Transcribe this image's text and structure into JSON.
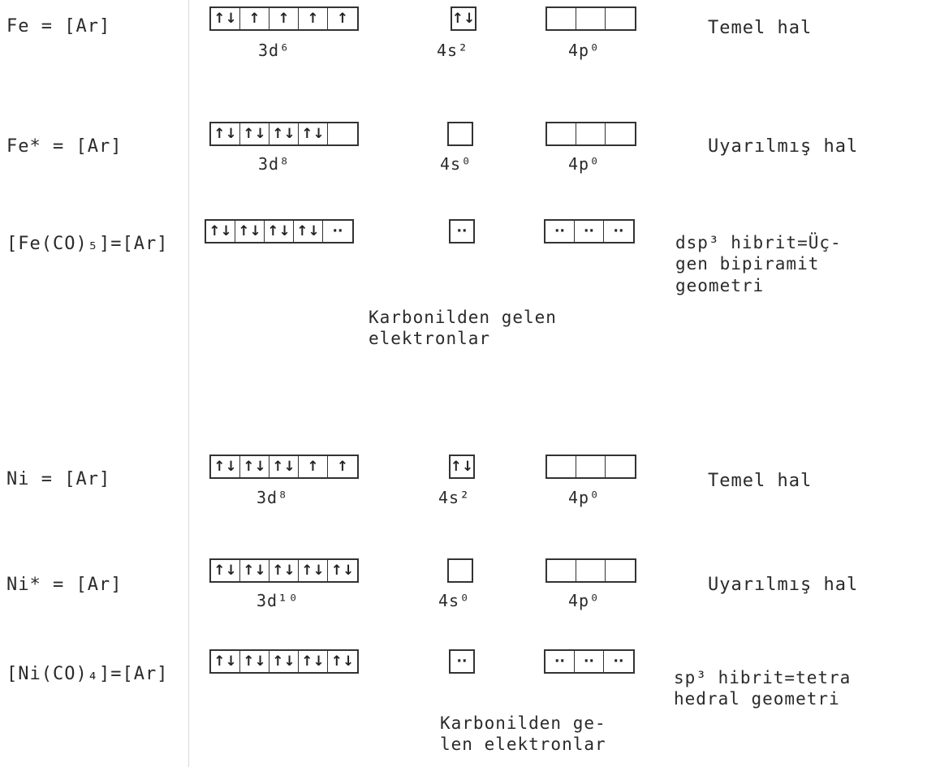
{
  "fe": {
    "ground": {
      "label": "Fe = [Ar]",
      "d": [
        "↑↓",
        "↑",
        "↑",
        "↑",
        "↑"
      ],
      "s": [
        "↑↓"
      ],
      "p": [
        "",
        "",
        ""
      ],
      "d_label": "3d⁶",
      "s_label": "4s²",
      "p_label": "4p⁰",
      "state": "Temel hal"
    },
    "excited": {
      "label": "Fe* = [Ar]",
      "d": [
        "↑↓",
        "↑↓",
        "↑↓",
        "↑↓",
        ""
      ],
      "s": [
        ""
      ],
      "p": [
        "",
        "",
        ""
      ],
      "d_label": "3d⁸",
      "s_label": "4s⁰",
      "p_label": "4p⁰",
      "state": "Uyarılmış hal"
    },
    "complex": {
      "label": "[Fe(CO)₅]=[Ar]",
      "d": [
        "↑↓",
        "↑↓",
        "↑↓",
        "↑↓",
        "··"
      ],
      "s": [
        "··"
      ],
      "p": [
        "··",
        "··",
        "··"
      ],
      "state": "dsp³ hibrit=Üç-\ngen bipiramit\ngeometri",
      "note": "Karbonilden gelen\nelektronlar"
    }
  },
  "ni": {
    "ground": {
      "label": "Ni = [Ar]",
      "d": [
        "↑↓",
        "↑↓",
        "↑↓",
        "↑",
        "↑"
      ],
      "s": [
        "↑↓"
      ],
      "p": [
        "",
        "",
        ""
      ],
      "d_label": "3d⁸",
      "s_label": "4s²",
      "p_label": "4p⁰",
      "state": "Temel hal"
    },
    "excited": {
      "label": "Ni* = [Ar]",
      "d": [
        "↑↓",
        "↑↓",
        "↑↓",
        "↑↓",
        "↑↓"
      ],
      "s": [
        ""
      ],
      "p": [
        "",
        "",
        ""
      ],
      "d_label": "3d¹⁰",
      "s_label": "4s⁰",
      "p_label": "4p⁰",
      "state": "Uyarılmış hal"
    },
    "complex": {
      "label": "[Ni(CO)₄]=[Ar]",
      "d": [
        "↑↓",
        "↑↓",
        "↑↓",
        "↑↓",
        "↑↓"
      ],
      "s": [
        "··"
      ],
      "p": [
        "··",
        "··",
        "··"
      ],
      "state": "sp³ hibrit=tetra\nhedral geometri",
      "note": "Karbonilden ge-\nlen elektronlar"
    }
  }
}
